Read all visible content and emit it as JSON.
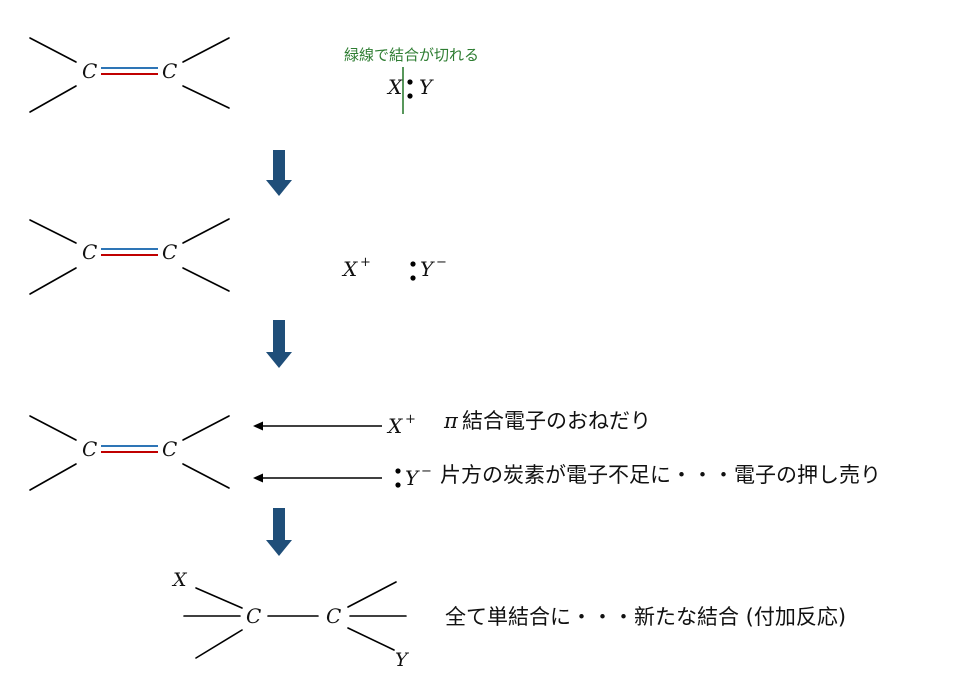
{
  "colors": {
    "line": "#000000",
    "pi_bond_blue": "#2E75B6",
    "sigma_bond_red": "#C00000",
    "arrow_fill": "#1F4E79",
    "note_green": "#2E7D32"
  },
  "atoms": {
    "carbon": "C",
    "x": "X",
    "y": "Y",
    "plus": "+",
    "minus": "−"
  },
  "stage1": {
    "note": "緑線で結合が切れる"
  },
  "stage3": {
    "pi_symbol": "π",
    "text1": "結合電子のおねだり",
    "text2": "片方の炭素が電子不足に・・・電子の押し売り"
  },
  "stage4": {
    "text": "全て単結合に・・・新たな結合 (付加反応)"
  }
}
